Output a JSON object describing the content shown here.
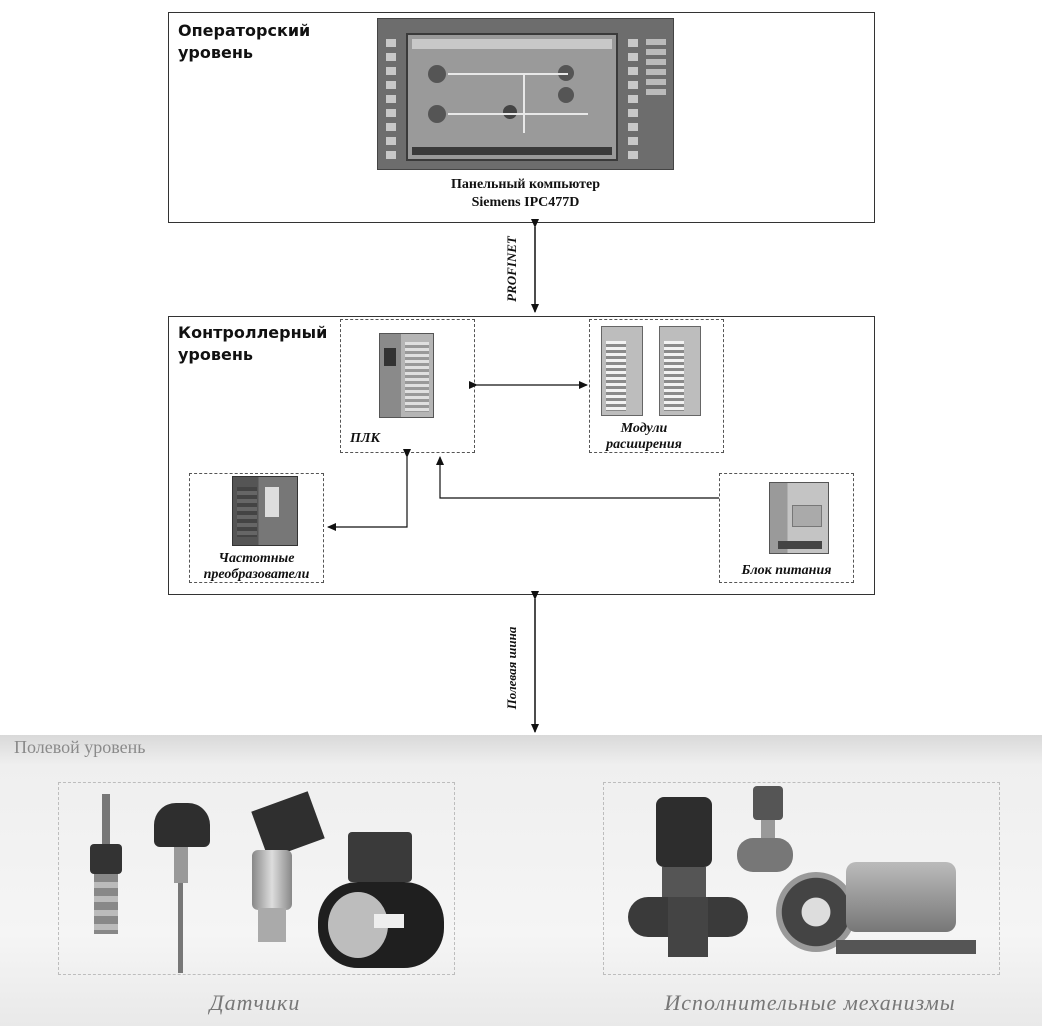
{
  "operator_level": {
    "title_line1": "Операторский",
    "title_line2": "уровень",
    "panel_caption_line1": "Панельный компьютер",
    "panel_caption_line2": "Siemens IPC477D"
  },
  "links": {
    "profinet": "PROFINET",
    "fieldbus": "Полевая шина"
  },
  "controller_level": {
    "title_line1": "Контроллерный",
    "title_line2": "уровень",
    "plc_label": "ПЛК",
    "modules_label_line1": "Модули",
    "modules_label_line2": "расширения",
    "vfd_label_line1": "Частотные",
    "vfd_label_line2": "преобразователи",
    "psu_label": "Блок питания"
  },
  "field_level": {
    "title": "Полевой уровень",
    "sensors_label": "Датчики",
    "actuators_label": "Исполнительные механизмы"
  }
}
